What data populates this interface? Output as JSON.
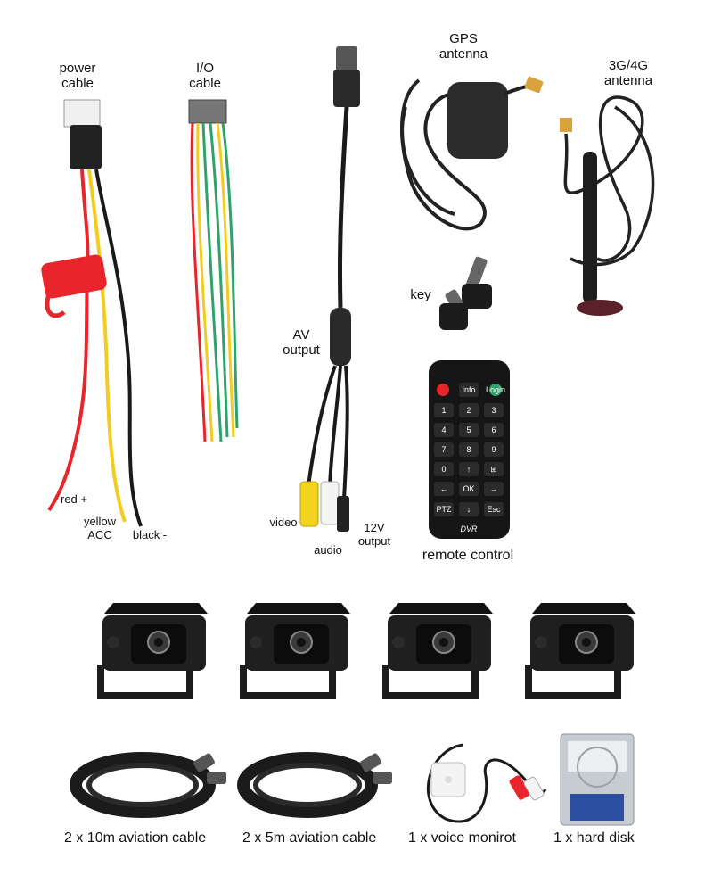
{
  "labels": {
    "power_cable": [
      "power",
      "cable"
    ],
    "io_cable": [
      "I/O",
      "cable"
    ],
    "gps_antenna": [
      "GPS",
      "antenna"
    ],
    "cellular_antenna": [
      "3G/4G",
      "antenna"
    ],
    "key": "key",
    "av_output": [
      "AV",
      "output"
    ],
    "red_wire": "red +",
    "yellow_wire": [
      "yellow",
      "ACC"
    ],
    "black_wire": "black -",
    "video": "video",
    "audio": "audio",
    "out_12v": [
      "12V",
      "output"
    ],
    "remote_control": "remote control"
  },
  "remote": {
    "brand": "DVR",
    "keys": [
      "Info",
      "Login",
      "1",
      "2",
      "3",
      "4",
      "5",
      "6",
      "7",
      "8",
      "9",
      "0",
      "↑",
      "⊞",
      "←",
      "OK",
      "→",
      "PTZ",
      "↓",
      "Esc"
    ]
  },
  "captions": {
    "aviation_10m": "2 x 10m aviation cable",
    "aviation_5m": "2 x 5m aviation cable",
    "voice_monitor": "1 x voice monirot",
    "hard_disk": "1 x hard disk"
  },
  "colors": {
    "red_wire": "#e8252b",
    "yellow_wire": "#f2cc1f",
    "black_wire": "#1a1a1a",
    "green_wire": "#2ea36b"
  }
}
